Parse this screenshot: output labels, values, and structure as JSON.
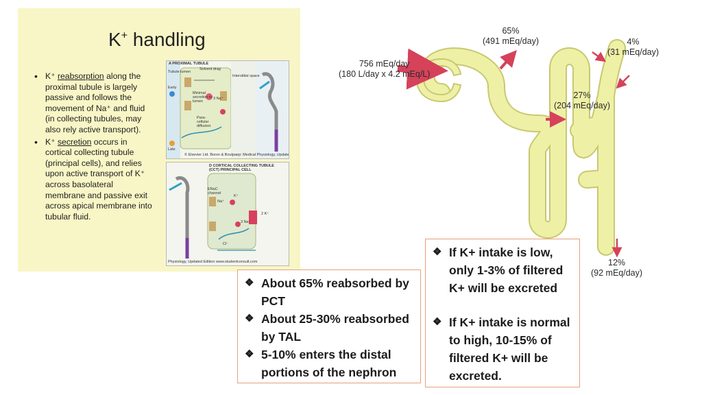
{
  "left_panel": {
    "title_main": "K",
    "title_sup": "+",
    "title_rest": " handling",
    "bullet1": {
      "pre": "K⁺ ",
      "underlined": "reabsorption",
      "post": " along the proximal tubule is largely passive and follows the movement of Na⁺ and fluid (in collecting tubules, may also rely active transport)."
    },
    "bullet2": {
      "pre": "K⁺ ",
      "underlined": "secretion",
      "post": " occurs in cortical collecting tubule (principal cells), and relies upon active transport of K⁺ across basolateral membrane and passive exit across apical membrane into tubular fluid."
    },
    "fig_a": {
      "title": "A  PROXIMAL TUBULE",
      "labels": [
        "Tubule lumen",
        "Solvent drag",
        "Interstitial space",
        "Early",
        "Minimal secretion to lumen",
        "3 Na⁺",
        "Para-cellular diffusion",
        "Late"
      ],
      "caption": "© Elsevier Ltd. Boron & Boulpaep: Medical Physiology, Update"
    },
    "fig_d": {
      "title": "D  CORTICAL COLLECTING TUBULE (CCT) PRINCIPAL CELL",
      "labels": [
        "ENaC channel",
        "Na⁺",
        "K⁺",
        "3 Na⁺",
        "2 K⁺",
        "Cl⁻"
      ],
      "caption": "Physiology, Updated Edition   www.studentconsult.com"
    }
  },
  "box1": {
    "items": [
      "About 65% reabsorbed by PCT",
      "About 25-30% reabsorbed by TAL",
      "5-10% enters the distal portions of the nephron"
    ]
  },
  "box2": {
    "items": [
      "If K+ intake is low, only 1-3% of filtered K+ will be excreted",
      "If K+ intake is normal to high, 10-15% of filtered K+ will be excreted."
    ]
  },
  "nephron": {
    "filtered_line1": "756 mEq/day",
    "filtered_line2": "(180 L/day x 4.2 mEq/L)",
    "pct_line1": "65%",
    "pct_line2": "(491 mEq/day)",
    "ccd_line1": "4%",
    "ccd_line2": "(31 mEq/day)",
    "tal_line1": "27%",
    "tal_line2": "(204 mEq/day)",
    "urine_line1": "12%",
    "urine_line2": "(92 mEq/day)"
  },
  "colors": {
    "nephron_fill": "#eef0a6",
    "nephron_stroke": "#c8c870",
    "arrow": "#d5425a",
    "box_border": "#e8a07a",
    "panel_bg": "#f8f6c6"
  }
}
